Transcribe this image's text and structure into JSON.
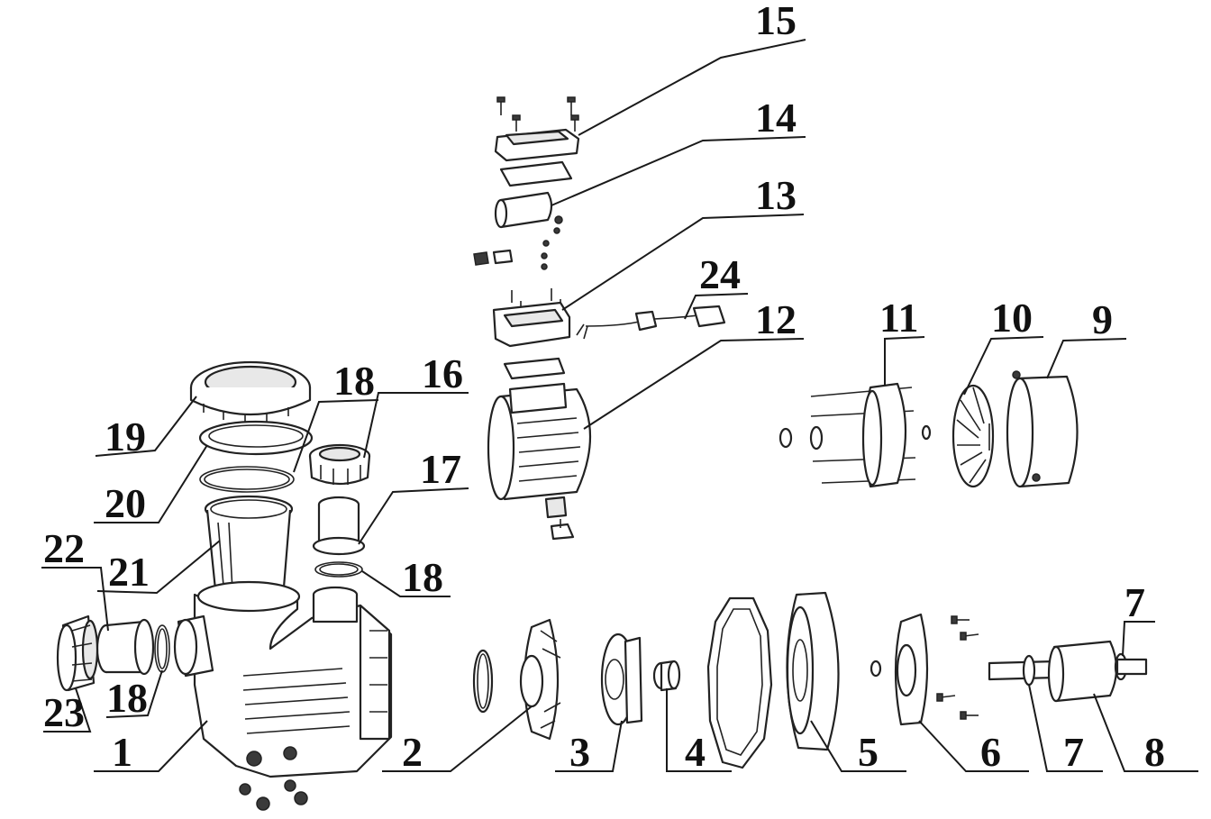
{
  "callouts": [
    {
      "id": "c15",
      "label": "15"
    },
    {
      "id": "c14",
      "label": "14"
    },
    {
      "id": "c13",
      "label": "13"
    },
    {
      "id": "c24",
      "label": "24"
    },
    {
      "id": "c12",
      "label": "12"
    },
    {
      "id": "c11",
      "label": "11"
    },
    {
      "id": "c10",
      "label": "10"
    },
    {
      "id": "c9",
      "label": "9"
    },
    {
      "id": "c19",
      "label": "19"
    },
    {
      "id": "c18a",
      "label": "18"
    },
    {
      "id": "c16",
      "label": "16"
    },
    {
      "id": "c17",
      "label": "17"
    },
    {
      "id": "c20",
      "label": "20"
    },
    {
      "id": "c22",
      "label": "22"
    },
    {
      "id": "c21",
      "label": "21"
    },
    {
      "id": "c18b",
      "label": "18"
    },
    {
      "id": "c7a",
      "label": "7"
    },
    {
      "id": "c23",
      "label": "23"
    },
    {
      "id": "c18c",
      "label": "18"
    },
    {
      "id": "c1",
      "label": "1"
    },
    {
      "id": "c2",
      "label": "2"
    },
    {
      "id": "c3",
      "label": "3"
    },
    {
      "id": "c4",
      "label": "4"
    },
    {
      "id": "c5",
      "label": "5"
    },
    {
      "id": "c6",
      "label": "6"
    },
    {
      "id": "c7b",
      "label": "7"
    },
    {
      "id": "c8",
      "label": "8"
    }
  ]
}
